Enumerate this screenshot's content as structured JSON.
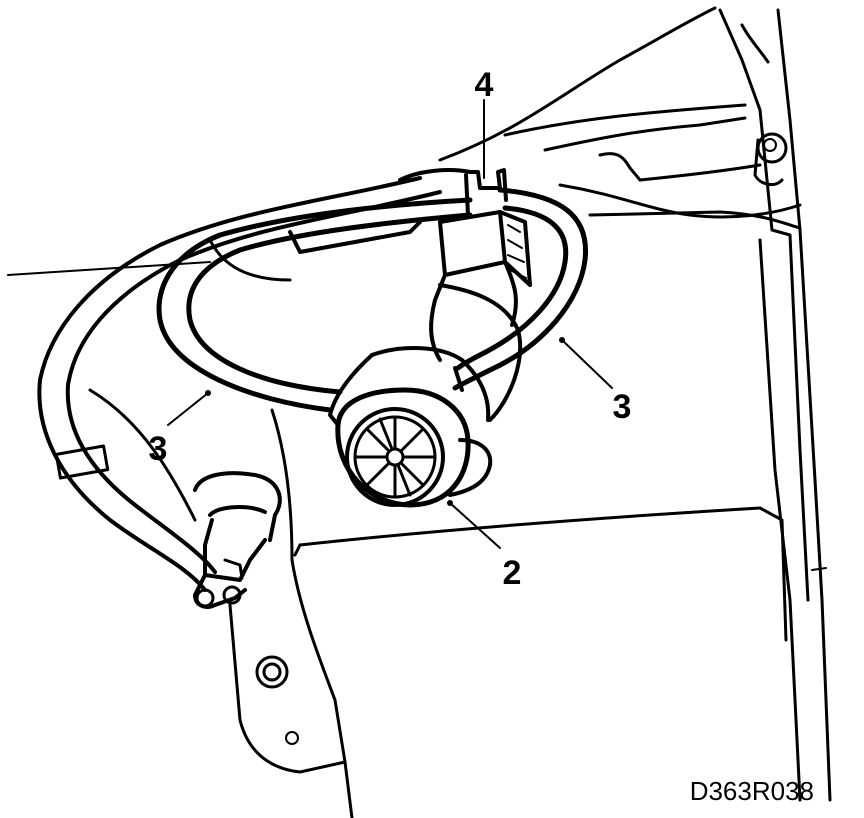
{
  "callouts": {
    "connector": "4",
    "harness_left": "3",
    "harness_right": "3",
    "fan_motor": "2"
  },
  "figure_code": "D363R038",
  "colors": {
    "ink": "#000000",
    "paper": "#ffffff"
  }
}
